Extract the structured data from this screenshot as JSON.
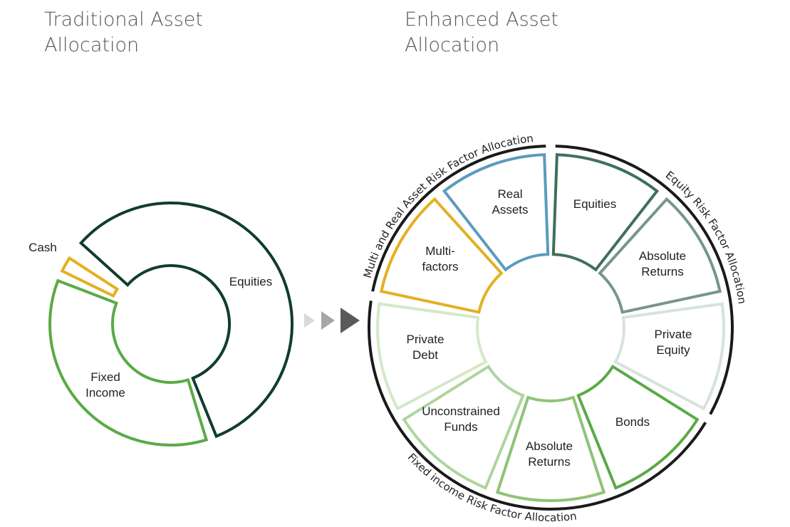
{
  "traditional": {
    "title_line1": "Traditional Asset",
    "title_line2": "Allocation",
    "segments": [
      {
        "label_lines": [
          "Equities"
        ],
        "color": "#0f3d2e"
      },
      {
        "label_lines": [
          "Fixed",
          "Income"
        ],
        "color": "#5aaa47"
      },
      {
        "label_lines": [
          "Cash"
        ],
        "color": "#e3b021"
      }
    ]
  },
  "enhanced": {
    "title_line1": "Enhanced Asset",
    "title_line2": "Allocation",
    "segments": [
      {
        "label_lines": [
          "Equities"
        ],
        "color": "#3f6f5a"
      },
      {
        "label_lines": [
          "Absolute",
          "Returns"
        ],
        "color": "#77968a"
      },
      {
        "label_lines": [
          "Private",
          "Equity"
        ],
        "color": "#d7e2dc"
      },
      {
        "label_lines": [
          "Bonds"
        ],
        "color": "#5aaa47"
      },
      {
        "label_lines": [
          "Absolute",
          "Returns"
        ],
        "color": "#8ec377"
      },
      {
        "label_lines": [
          "Unconstrained",
          "Funds"
        ],
        "color": "#aed59d"
      },
      {
        "label_lines": [
          "Private",
          "Debt"
        ],
        "color": "#d3e9c8"
      },
      {
        "label_lines": [
          "Multi-",
          "factors"
        ],
        "color": "#e3b021"
      },
      {
        "label_lines": [
          "Real",
          "Assets"
        ],
        "color": "#5b9bbd"
      }
    ],
    "groups": [
      {
        "label": "Equity Risk Factor Allocation"
      },
      {
        "label": "Fixed income Risk Factor Allocation"
      },
      {
        "label": "Multi and Real Asset Risk Factor Allocation"
      }
    ]
  },
  "colors": {
    "arrow1": "#d9d9d9",
    "arrow2": "#a6a6a6",
    "arrow3": "#595959",
    "outer_arc": "#1a1a1a"
  }
}
